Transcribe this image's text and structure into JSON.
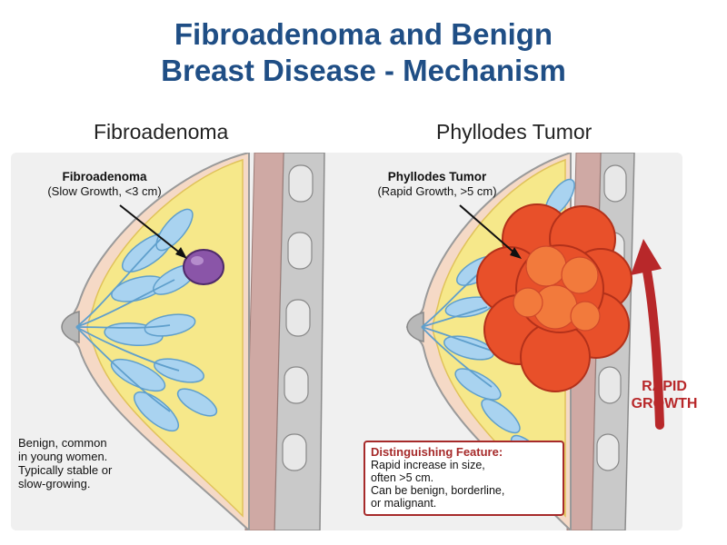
{
  "title": {
    "line1": "Fibroadenoma and Benign",
    "line2": "Breast Disease - Mechanism"
  },
  "left": {
    "heading": "Fibroadenoma",
    "label_title": "Fibroadenoma",
    "label_sub": "(Slow Growth, <3 cm)",
    "note": [
      "Benign, common",
      "in young women.",
      "Typically stable or",
      "slow-growing."
    ]
  },
  "right": {
    "heading": "Phyllodes Tumor",
    "label_title": "Phyllodes Tumor",
    "label_sub": "(Rapid Growth, >5 cm)",
    "box_title": "Distinguishing Feature:",
    "box_lines": [
      "Rapid increase in size,",
      "often >5 cm.",
      "Can be benign, borderline,",
      "or malignant."
    ],
    "growth": [
      "RAPID",
      "GROWTH"
    ]
  },
  "colors": {
    "title": "#1f4e85",
    "fat": "#f6e88a",
    "lobule": "#a9d3f0",
    "fibroadenoma": "#8a55a8",
    "tumor": "#e8502a",
    "arrow": "#b8282a"
  }
}
